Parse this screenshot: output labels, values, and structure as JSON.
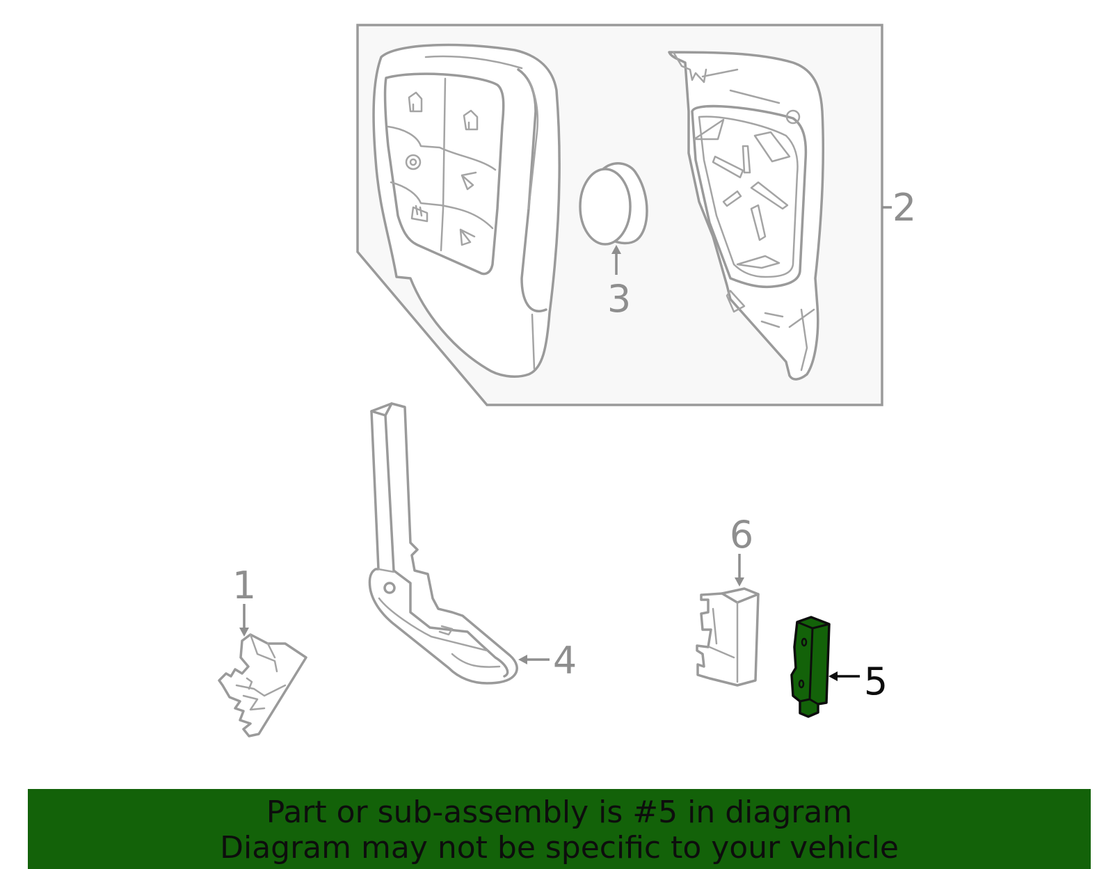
{
  "diagram": {
    "callouts": [
      {
        "id": "1",
        "label": "1"
      },
      {
        "id": "2",
        "label": "2"
      },
      {
        "id": "3",
        "label": "3"
      },
      {
        "id": "4",
        "label": "4"
      },
      {
        "id": "5",
        "label": "5"
      },
      {
        "id": "6",
        "label": "6"
      }
    ],
    "highlighted_part": "5",
    "colors": {
      "line": "#9a9a9a",
      "label": "#8e8e8e",
      "highlight_fill": "#136209",
      "highlight_stroke": "#0d0d0d",
      "box_fill": "#f8f8f8"
    }
  },
  "banner": {
    "line1": "Part or sub-assembly is #5 in diagram",
    "line2": "Diagram may not be specific to your vehicle",
    "background": "#136209"
  }
}
